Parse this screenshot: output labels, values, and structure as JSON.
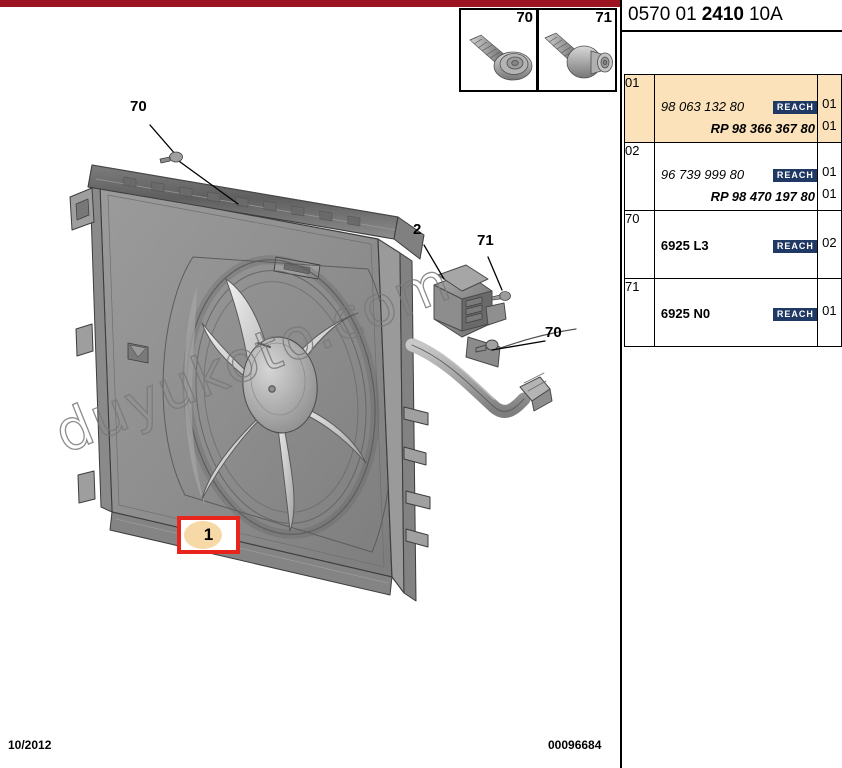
{
  "header": {
    "code_prefix": "0570 01",
    "code_main": "2410",
    "code_suffix": "10A"
  },
  "insets": [
    {
      "number": "70",
      "icon": "screw-flange-head-icon"
    },
    {
      "number": "71",
      "icon": "screw-stepped-head-icon"
    }
  ],
  "diagram": {
    "title": "engine-cooling-fan-shroud-assembly",
    "watermark": "duyukoto.com",
    "callouts": [
      {
        "id": "70a",
        "label": "70"
      },
      {
        "id": "2",
        "label": "2"
      },
      {
        "id": "71",
        "label": "71"
      },
      {
        "id": "70b",
        "label": "70"
      }
    ],
    "selected_item": {
      "label": "1",
      "highlight_color": "#e8241c"
    }
  },
  "parts_table": {
    "reach_badge_label": "REACH",
    "rows": [
      {
        "index": "01",
        "highlighted": true,
        "refs": [
          {
            "text": "98 063 132 80",
            "style": "italic",
            "reach": true,
            "qty": "01"
          },
          {
            "text": "RP 98 366 367 80",
            "style": "rp",
            "reach": false,
            "qty": "01"
          }
        ]
      },
      {
        "index": "02",
        "highlighted": false,
        "refs": [
          {
            "text": "96 739 999 80",
            "style": "italic",
            "reach": true,
            "qty": "01"
          },
          {
            "text": "RP 98 470 197 80",
            "style": "rp",
            "reach": false,
            "qty": "01"
          }
        ]
      },
      {
        "index": "70",
        "highlighted": false,
        "refs": [
          {
            "text": "6925 L3",
            "style": "plain",
            "reach": true,
            "qty": "02"
          }
        ]
      },
      {
        "index": "71",
        "highlighted": false,
        "refs": [
          {
            "text": "6925 N0",
            "style": "plain",
            "reach": true,
            "qty": "01"
          }
        ]
      }
    ]
  },
  "footer": {
    "date": "10/2012",
    "drawing_code": "00096684"
  },
  "colors": {
    "top_bar": "#9c1322",
    "highlight_row": "#fbe2bb",
    "reach_badge": "#1f3864",
    "selection_border": "#e8241c"
  }
}
